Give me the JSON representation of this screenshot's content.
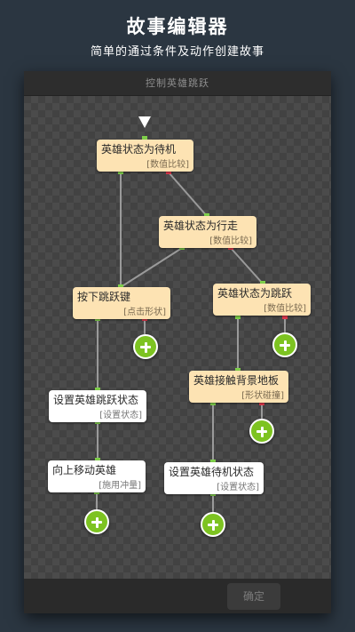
{
  "header": {
    "title": "故事编辑器",
    "subtitle": "简单的通过条件及动作创建故事"
  },
  "panel": {
    "title": "控制英雄跳跃",
    "confirm_label": "确定"
  },
  "nodes": {
    "n1": {
      "title": "英雄状态为待机",
      "type": "[数值比较]"
    },
    "n2": {
      "title": "英雄状态为行走",
      "type": "[数值比较]"
    },
    "n3": {
      "title": "按下跳跃键",
      "type": "[点击形状]"
    },
    "n4": {
      "title": "英雄状态为跳跃",
      "type": "[数值比较]"
    },
    "n5": {
      "title": "设置英雄跳跃状态",
      "type": "[设置状态]"
    },
    "n6": {
      "title": "英雄接触背景地板",
      "type": "[形状碰撞]"
    },
    "n7": {
      "title": "向上移动英雄",
      "type": "[施用冲量]"
    },
    "n8": {
      "title": "设置英雄待机状态",
      "type": "[设置状态]"
    }
  },
  "colors": {
    "condition_node": "#fde3b3",
    "action_node": "#ffffff",
    "add_button": "#7dc321",
    "port_true": "#7fd04a",
    "port_false": "#e0394d",
    "wire": "#9a9a9a"
  },
  "icons": {
    "start": "triangle-down",
    "add": "plus-circle"
  }
}
